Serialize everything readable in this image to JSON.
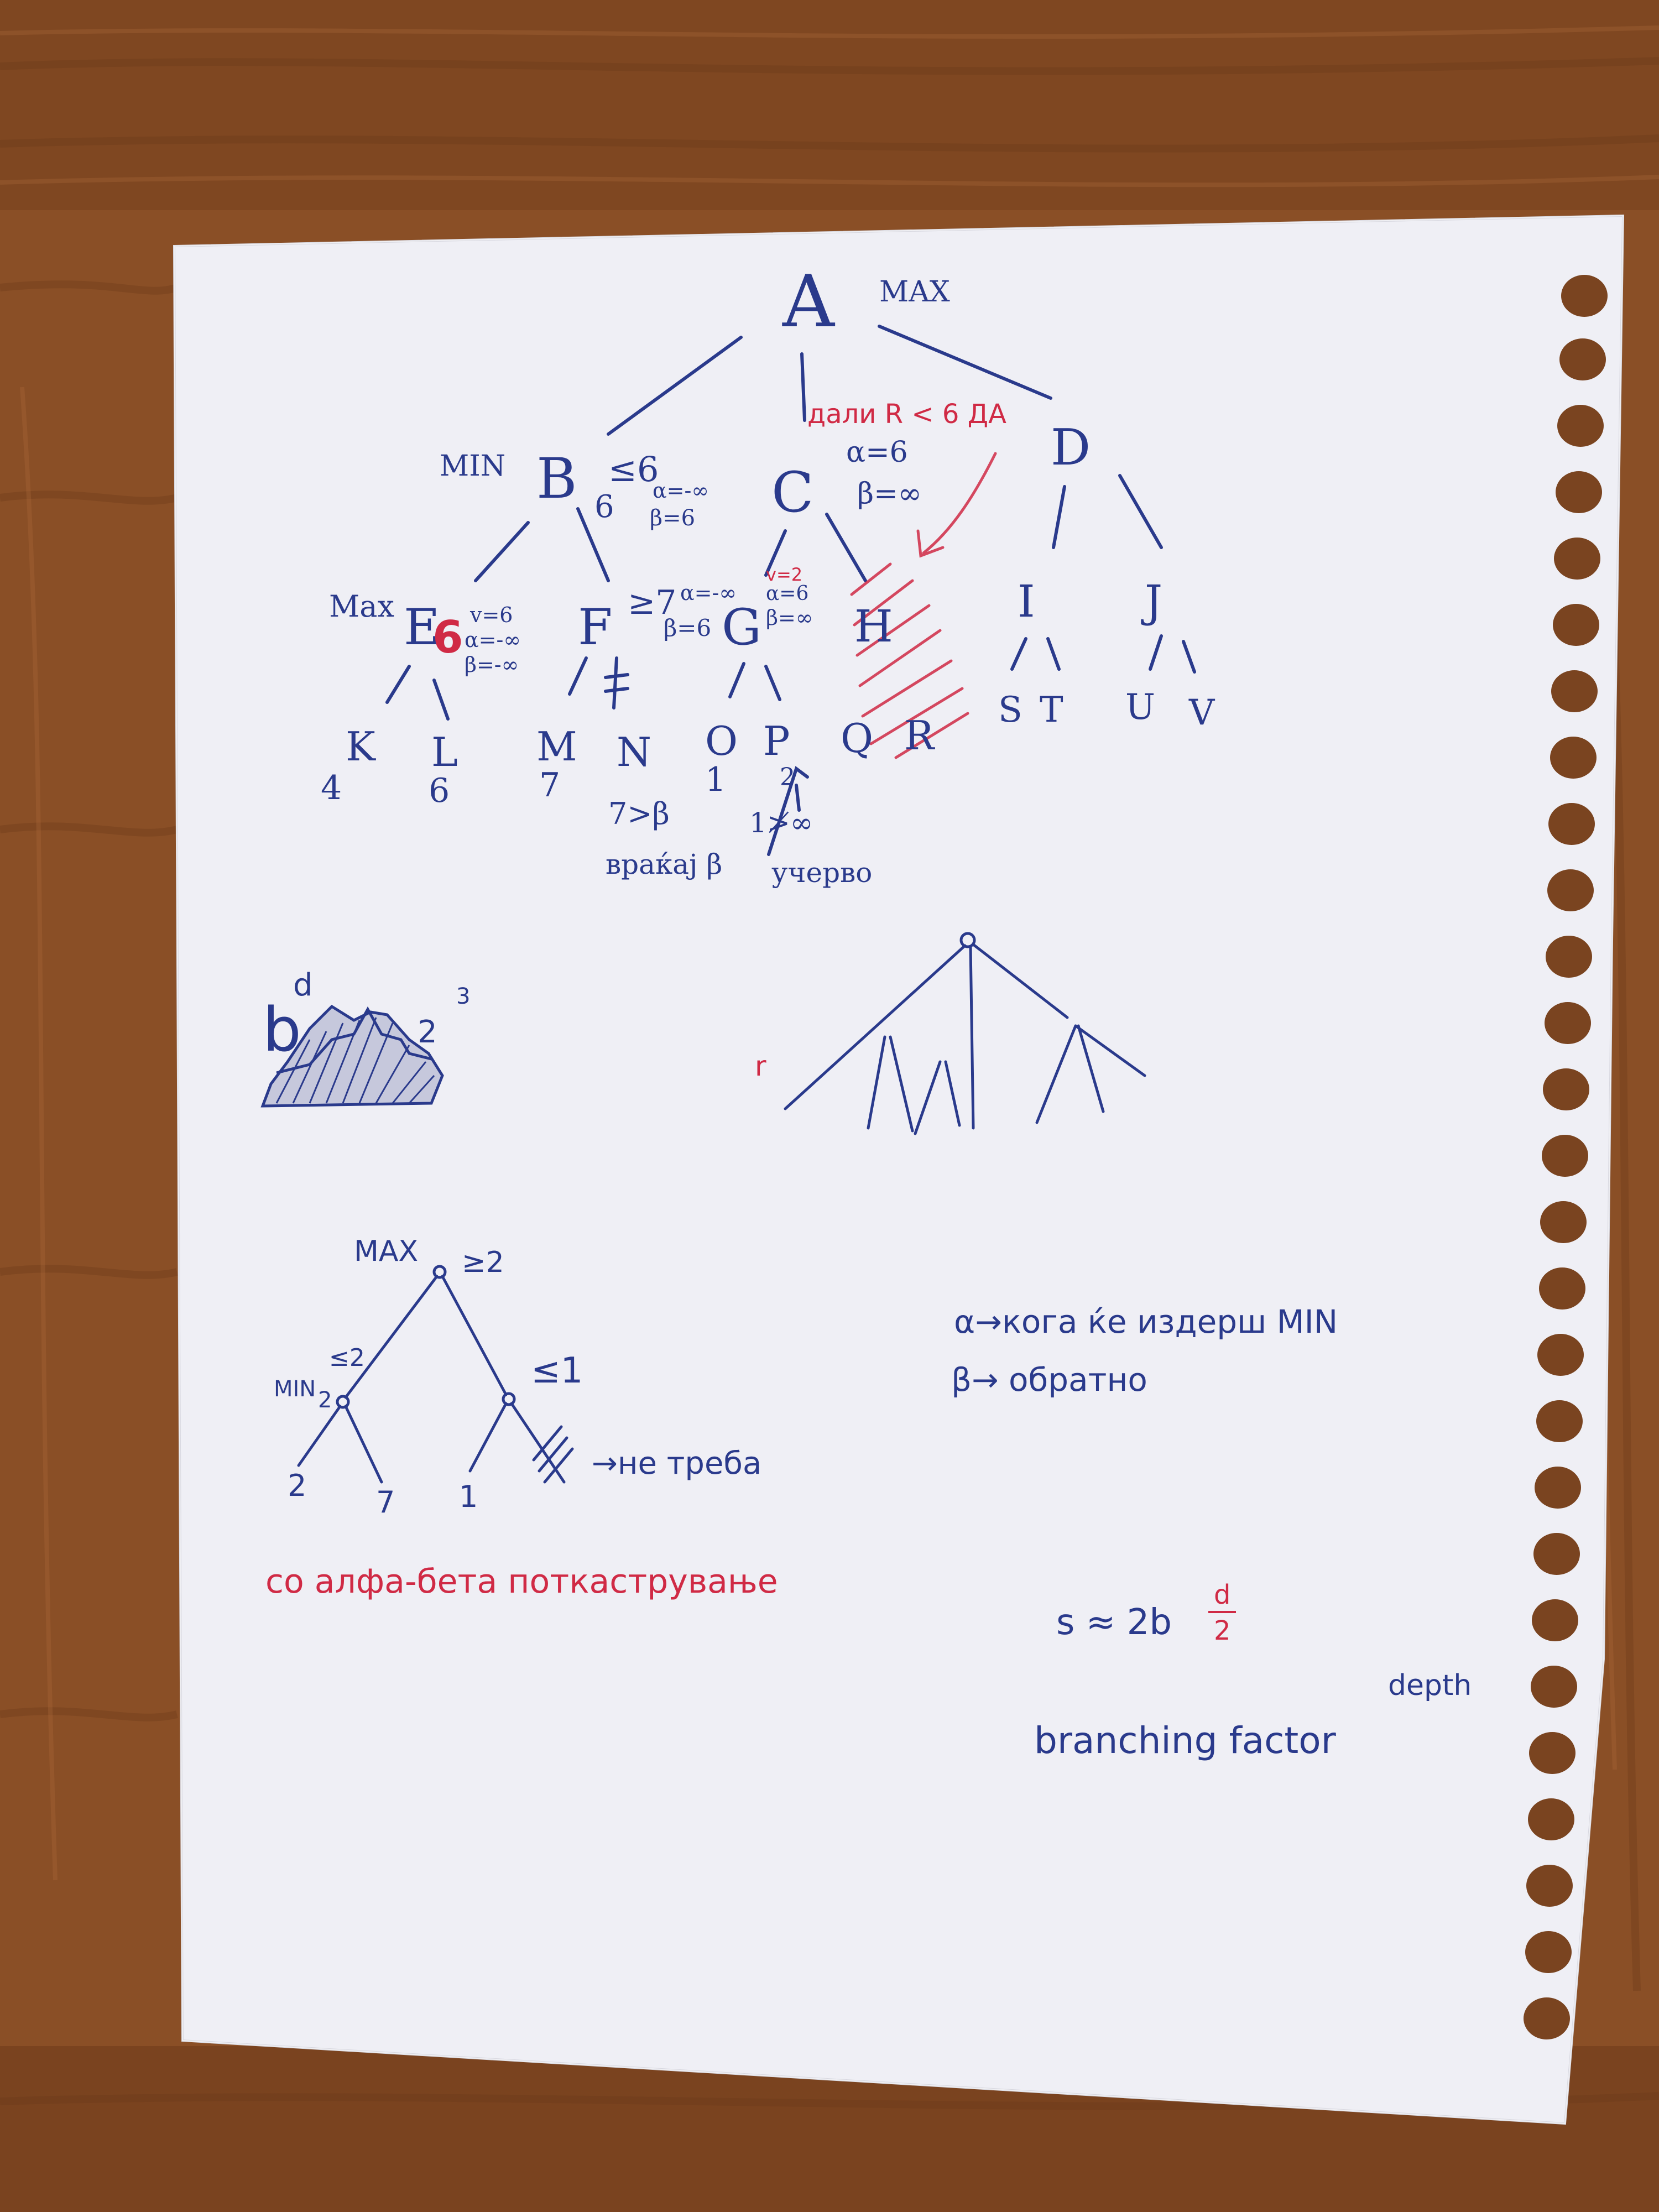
{
  "colors": {
    "wood_dark": "#6e3c1a",
    "wood_mid": "#8f5328",
    "wood_light": "#a9683a",
    "paper": "#eeeef4",
    "ink_blue": "#2a3a8c",
    "ink_red": "#d02a45",
    "hole": "#7a4420"
  },
  "tree1": {
    "root": {
      "label": "A",
      "annotation": "MAX"
    },
    "level1": [
      {
        "id": "B",
        "label": "B",
        "level_tag": "MIN",
        "bound": "≤6",
        "value": "6",
        "alpha": "α=-∞",
        "beta": "β=6"
      },
      {
        "id": "C",
        "label": "C",
        "alpha": "α=6",
        "beta": "β=∞"
      },
      {
        "id": "D",
        "label": "D"
      }
    ],
    "red_note": {
      "text": "дали R < 6 ДА"
    },
    "level2": [
      {
        "id": "E",
        "label": "E",
        "level_tag": "Max",
        "value": "6",
        "v": "v=6",
        "alpha": "α=-∞",
        "beta": "β=-∞"
      },
      {
        "id": "F",
        "label": "F",
        "bound": "≥7",
        "alpha": "α=-∞",
        "beta": "β=6"
      },
      {
        "id": "G",
        "label": "G",
        "v": "v=2",
        "alpha": "α=6",
        "beta": "β=∞"
      },
      {
        "id": "H",
        "label": "H"
      },
      {
        "id": "I",
        "label": "I"
      },
      {
        "id": "J",
        "label": "J"
      }
    ],
    "leaves": [
      {
        "label": "K",
        "value": "4"
      },
      {
        "label": "L",
        "value": "6"
      },
      {
        "label": "M",
        "value": "7"
      },
      {
        "label": "N",
        "value": ""
      },
      {
        "label": "O",
        "value": "1"
      },
      {
        "label": "P",
        "value": "2"
      },
      {
        "label": "Q",
        "value": ""
      },
      {
        "label": "R",
        "value": ""
      },
      {
        "label": "S",
        "value": ""
      },
      {
        "label": "T",
        "value": ""
      },
      {
        "label": "U",
        "value": ""
      },
      {
        "label": "V",
        "value": ""
      }
    ],
    "notes": {
      "f_cmp": "7>β",
      "f_note": "враќаj β",
      "p_cmp": "1≯∞",
      "p_note": "учерво"
    }
  },
  "sketch_left": {
    "base": "b",
    "exp": "d",
    "side": "2",
    "side_exp": "3"
  },
  "sketch_mark": "r",
  "tree2": {
    "root_tag": "MAX",
    "root_bound": "≥2",
    "left_tag": "MIN",
    "left_value": "2",
    "left_bound": "≤2",
    "right_bound": "≤1",
    "leaves": [
      "2",
      "7",
      "1"
    ],
    "pruned_note": "→не треба"
  },
  "alpha_beta_notes": {
    "line1": "α→кога ќе издеpш MIN",
    "line2": "β→ обратно"
  },
  "bottom": {
    "red_text": "со алфа-бета поткастрување",
    "formula_main": "s ≈ 2b",
    "formula_num": "d",
    "formula_den": "2",
    "depth_label": "depth",
    "branching_label": "branching factor"
  }
}
